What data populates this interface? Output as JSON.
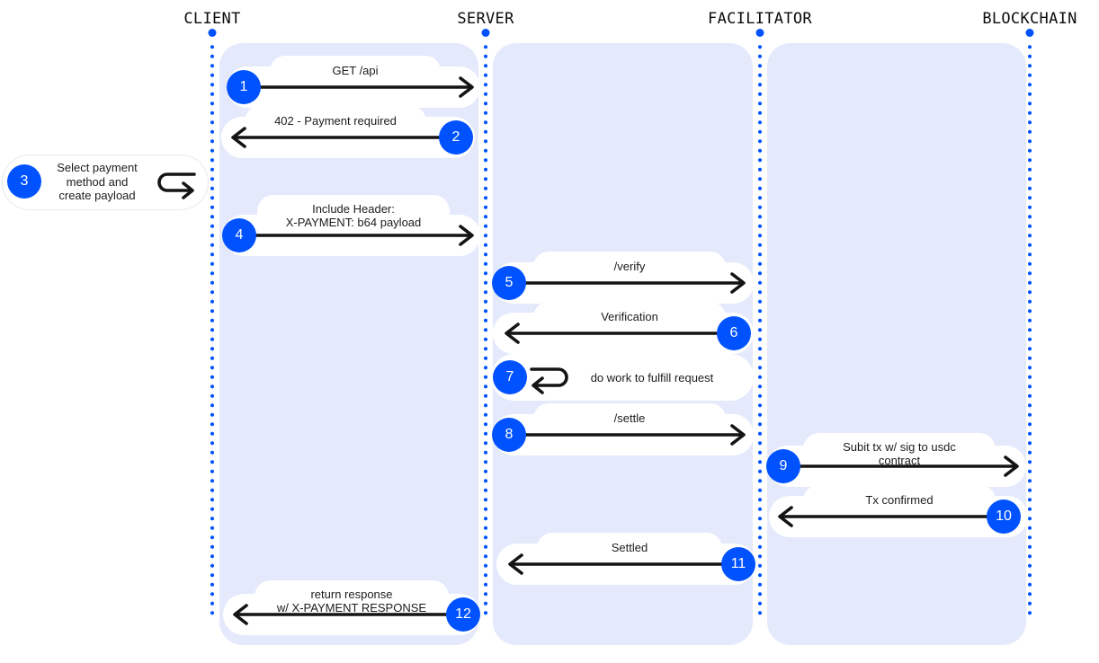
{
  "colors": {
    "accent": "#0052ff",
    "lane": "#e4e9fc",
    "arrow": "#141414",
    "ink": "#1c1c1e",
    "noteBorder": "#e8e8ee"
  },
  "actors": [
    {
      "name": "CLIENT"
    },
    {
      "name": "SERVER"
    },
    {
      "name": "FACILITATOR"
    },
    {
      "name": "BLOCKCHAIN"
    }
  ],
  "messages": [
    {
      "number": "1",
      "label": "GET /api",
      "from": "CLIENT",
      "to": "SERVER",
      "direction": "right"
    },
    {
      "number": "2",
      "label": "402 - Payment required",
      "from": "SERVER",
      "to": "CLIENT",
      "direction": "left"
    },
    {
      "number": "3",
      "label": "Select payment\nmethod and\ncreate payload",
      "from": "CLIENT",
      "to": "CLIENT",
      "direction": "self"
    },
    {
      "number": "4",
      "label": "Include Header:\nX-PAYMENT: b64 payload",
      "from": "CLIENT",
      "to": "SERVER",
      "direction": "right"
    },
    {
      "number": "5",
      "label": "/verify",
      "from": "SERVER",
      "to": "FACILITATOR",
      "direction": "right"
    },
    {
      "number": "6",
      "label": "Verification",
      "from": "FACILITATOR",
      "to": "SERVER",
      "direction": "left"
    },
    {
      "number": "7",
      "label": "do work to fulfill request",
      "from": "SERVER",
      "to": "SERVER",
      "direction": "self"
    },
    {
      "number": "8",
      "label": "/settle",
      "from": "SERVER",
      "to": "FACILITATOR",
      "direction": "right"
    },
    {
      "number": "9",
      "label": "Subit tx w/ sig to usdc\ncontract",
      "from": "FACILITATOR",
      "to": "BLOCKCHAIN",
      "direction": "right"
    },
    {
      "number": "10",
      "label": "Tx confirmed",
      "from": "BLOCKCHAIN",
      "to": "FACILITATOR",
      "direction": "left"
    },
    {
      "number": "11",
      "label": "Settled",
      "from": "FACILITATOR",
      "to": "SERVER",
      "direction": "left"
    },
    {
      "number": "12",
      "label": "return response\nw/ X-PAYMENT RESPONSE",
      "from": "SERVER",
      "to": "CLIENT",
      "direction": "left"
    }
  ]
}
